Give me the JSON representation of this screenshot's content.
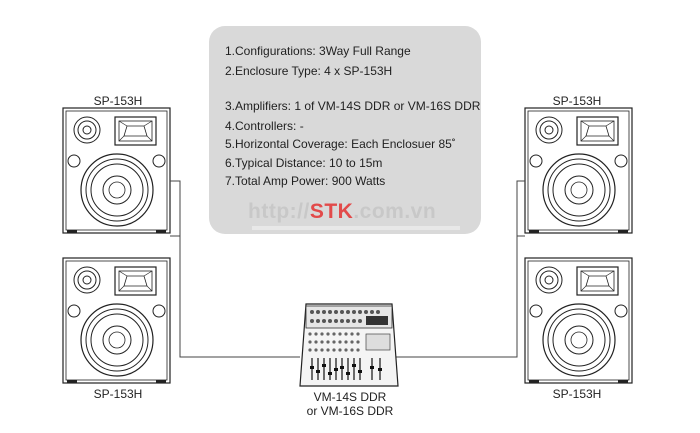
{
  "speakers": {
    "top_left_label": "SP-153H",
    "bottom_left_label": "SP-153H",
    "top_right_label": "SP-153H",
    "bottom_right_label": "SP-153H"
  },
  "specs": [
    "1.Configurations: 3Way Full Range",
    "2.Enclosure Type: 4 x SP-153H",
    "3.Amplifiers: 1 of VM-14S DDR or VM-16S DDR",
    "4.Controllers: -",
    "5.Horizontal Coverage: Each Enclosuer 85˚",
    "6.Typical Distance: 10 to 15m",
    "7.Total Amp Power: 900 Watts"
  ],
  "watermark": {
    "prefix": "http://",
    "brand": "STK",
    "suffix": ".com.vn"
  },
  "mixer": {
    "caption_line1": "VM-14S DDR",
    "caption_line2": "or VM-16S DDR"
  }
}
